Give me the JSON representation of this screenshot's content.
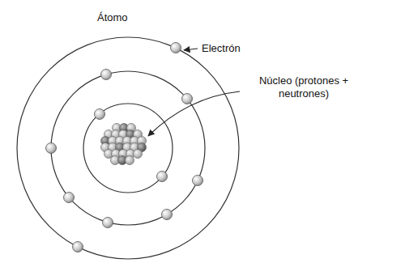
{
  "diagram": {
    "title": "Átomo",
    "labels": [
      "Electrón",
      "Núcleo (protones + neutrones)"
    ]
  }
}
